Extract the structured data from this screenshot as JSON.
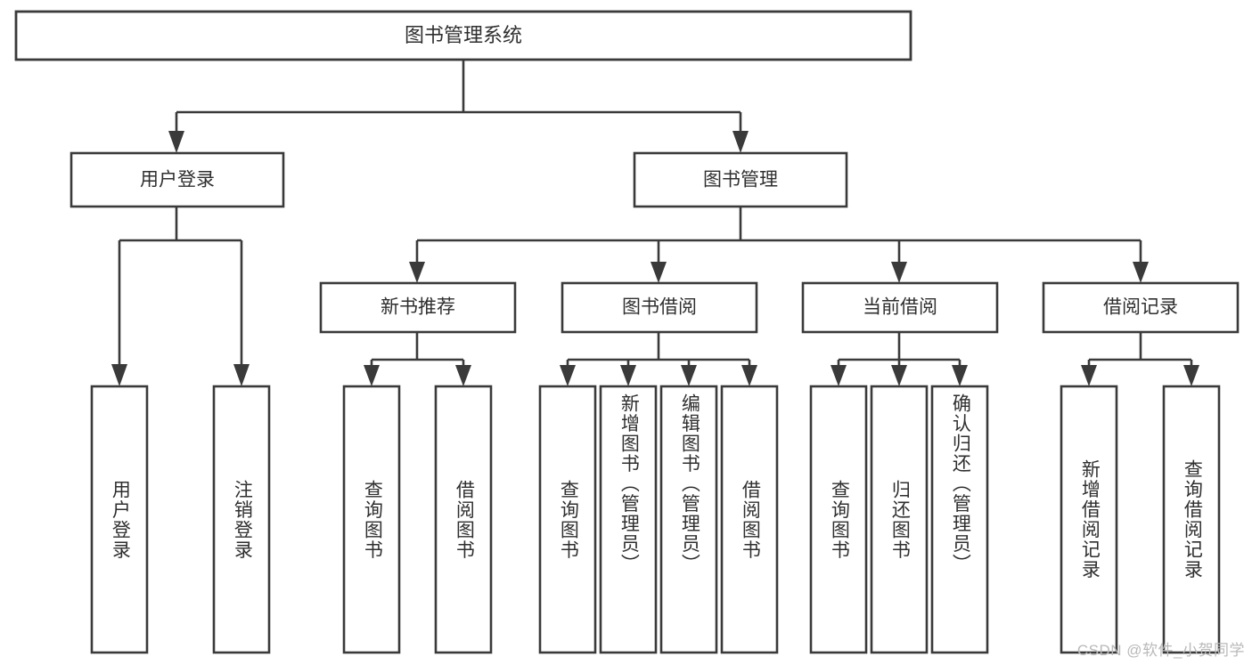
{
  "diagram": {
    "title": "图书管理系统",
    "type": "tree",
    "watermark": "CSDN @软件_小贺同学",
    "colors": {
      "stroke": "#3a3a3a",
      "text": "#2f2f2f",
      "fill": "#ffffff",
      "watermark": "#b9b9b9"
    },
    "root": {
      "label": "图书管理系统"
    },
    "level2": [
      {
        "label": "用户登录"
      },
      {
        "label": "图书管理"
      }
    ],
    "level3": [
      {
        "label": "新书推荐"
      },
      {
        "label": "图书借阅"
      },
      {
        "label": "当前借阅"
      },
      {
        "label": "借阅记录"
      }
    ],
    "leaves": {
      "user_login": [
        {
          "label": "用户登录"
        },
        {
          "label": "注销登录"
        }
      ],
      "new_book_recommend": [
        {
          "label": "查询图书"
        },
        {
          "label": "借阅图书"
        }
      ],
      "book_borrow": [
        {
          "label": "查询图书"
        },
        {
          "label": "新增图书（管理员）"
        },
        {
          "label": "编辑图书（管理员）"
        },
        {
          "label": "借阅图书"
        }
      ],
      "current_borrow": [
        {
          "label": "查询图书"
        },
        {
          "label": "归还图书"
        },
        {
          "label": "确认归还（管理员）"
        }
      ],
      "borrow_record": [
        {
          "label": "新增借阅记录"
        },
        {
          "label": "查询借阅记录"
        }
      ]
    }
  }
}
